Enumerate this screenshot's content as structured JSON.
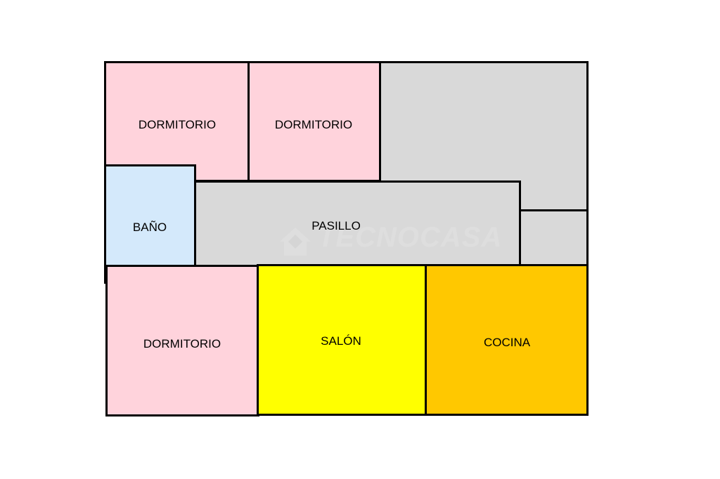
{
  "floorplan": {
    "colors": {
      "bedroom": "#ffd3dc",
      "bathroom": "#d4e9fb",
      "hallway": "#d9d9d9",
      "living": "#ffff00",
      "kitchen": "#ffc800",
      "wall": "#000000"
    },
    "rooms": {
      "dormitorio_1": "DORMITORIO",
      "dormitorio_2": "DORMITORIO",
      "bano": "BAÑO",
      "pasillo": "PASILLO",
      "dormitorio_3": "DORMITORIO",
      "salon": "SALÓN",
      "cocina": "COCINA"
    },
    "watermark": {
      "brand": "TECNOCASA",
      "icon": "house-icon"
    }
  }
}
